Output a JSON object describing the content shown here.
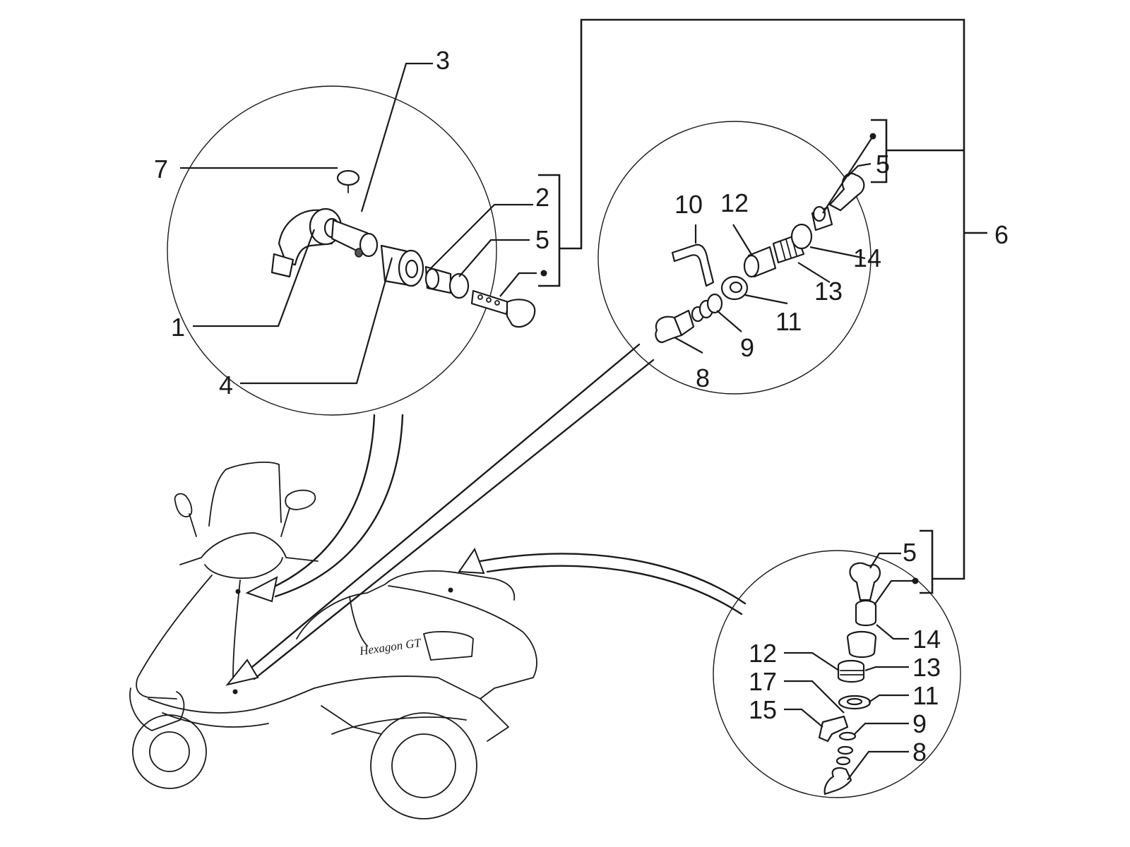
{
  "callouts": {
    "c1": "1",
    "c2": "2",
    "c3": "3",
    "c4": "4",
    "c5a": "5",
    "c7": "7",
    "c6": "6",
    "c5b": "5",
    "c8a": "8",
    "c9a": "9",
    "c10": "10",
    "c11a": "11",
    "c12a": "12",
    "c13a": "13",
    "c14a": "14",
    "c5c": "5",
    "c8b": "8",
    "c9b": "9",
    "c11b": "11",
    "c12b": "12",
    "c13b": "13",
    "c14b": "14",
    "c15": "15",
    "c17": "17"
  },
  "scooter": {
    "side_lettering": "Hexagon GT"
  },
  "icons": {
    "set_marker": "filled-dot-marker",
    "pointer": "arrowhead-pointer"
  }
}
